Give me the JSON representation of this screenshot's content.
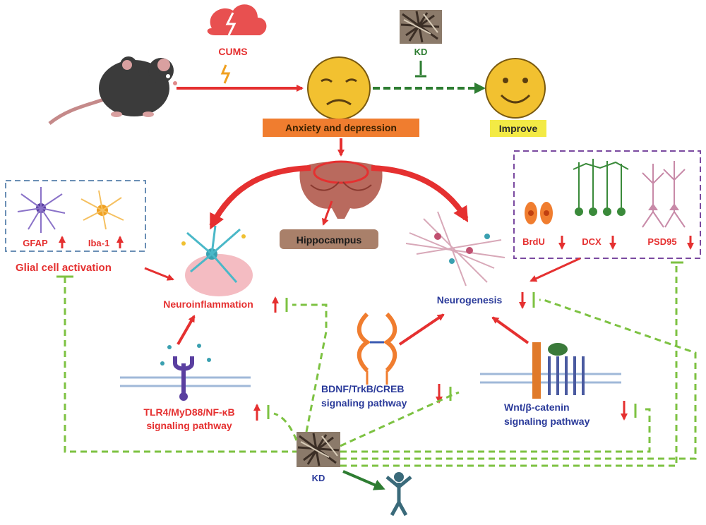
{
  "labels": {
    "cums": "CUMS",
    "kd_top": "KD",
    "anxiety": "Anxiety and depression",
    "improve": "Improve",
    "hippocampus": "Hippocampus",
    "gfap": "GFAP",
    "iba1": "Iba-1",
    "glial": "Glial cell activation",
    "neuroinflammation": "Neuroinflammation",
    "neurogenesis": "Neurogenesis",
    "brdu": "BrdU",
    "dcx": "DCX",
    "psd95": "PSD95",
    "tlr4_line1": "TLR4/MyD88/NF-κB",
    "tlr4_line2": "signaling pathway",
    "bdnf_line1": "BDNF/TrkB/CREB",
    "bdnf_line2": "signaling pathway",
    "wnt_line1": "Wnt/β-catenin",
    "wnt_line2": "signaling pathway",
    "kd_bottom": "KD"
  },
  "colors": {
    "red": "#e53030",
    "green_dash": "#7dc242",
    "green_arrow": "#2e7d32",
    "orange_box": "#f07d2f",
    "yellow_box": "#f3ea45",
    "blue_text": "#2a3a9a",
    "hippo_box": "#a9806a",
    "face": "#f2c130"
  }
}
